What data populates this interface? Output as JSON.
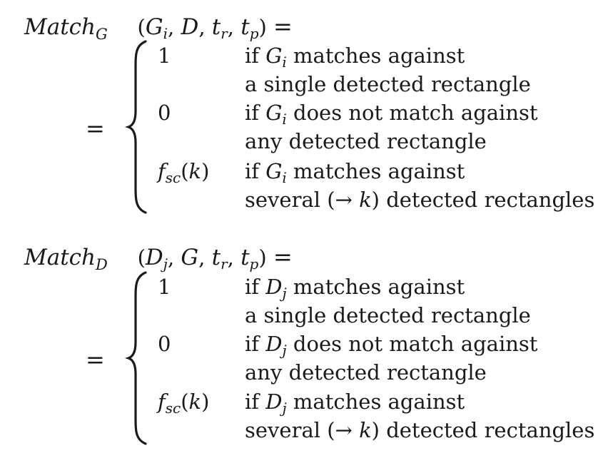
{
  "equations": [
    {
      "lhs": {
        "func": "Match",
        "func_sub": "G",
        "a1": "G",
        "a1_sub": "i",
        "a2": "D",
        "a3": "t",
        "a3_sub": "r",
        "a4": "t",
        "a4_sub": "p",
        "equals": "="
      },
      "equals2": "=",
      "cases": [
        {
          "value": "1",
          "line1_pre": "if",
          "line1_var": "G",
          "line1_var_sub": "i",
          "line1_post": "matches against",
          "line2": "a single detected rectangle"
        },
        {
          "value": "0",
          "line1_pre": "if",
          "line1_var": "G",
          "line1_var_sub": "i",
          "line1_post": "does not match against",
          "line2": "any detected rectangle"
        },
        {
          "value_func": "f",
          "value_func_sub": "sc",
          "value_arg": "k",
          "line1_pre": "if",
          "line1_var": "G",
          "line1_var_sub": "i",
          "line1_post": "matches against",
          "line2_pre": "several (→",
          "line2_var": "k",
          "line2_post": ") detected rectangles"
        }
      ]
    },
    {
      "lhs": {
        "func": "Match",
        "func_sub": "D",
        "a1": "D",
        "a1_sub": "j",
        "a2": "G",
        "a3": "t",
        "a3_sub": "r",
        "a4": "t",
        "a4_sub": "p",
        "equals": "="
      },
      "equals2": "=",
      "cases": [
        {
          "value": "1",
          "line1_pre": "if",
          "line1_var": "D",
          "line1_var_sub": "j",
          "line1_post": "matches against",
          "line2": "a single detected rectangle"
        },
        {
          "value": "0",
          "line1_pre": "if",
          "line1_var": "D",
          "line1_var_sub": "j",
          "line1_post": "does not match against",
          "line2": "any detected rectangle"
        },
        {
          "value_func": "f",
          "value_func_sub": "sc",
          "value_arg": "k",
          "line1_pre": "if",
          "line1_var": "D",
          "line1_var_sub": "j",
          "line1_post": "matches against",
          "line2_pre": "several (→",
          "line2_var": "k",
          "line2_post": ") detected rectangles"
        }
      ]
    }
  ]
}
